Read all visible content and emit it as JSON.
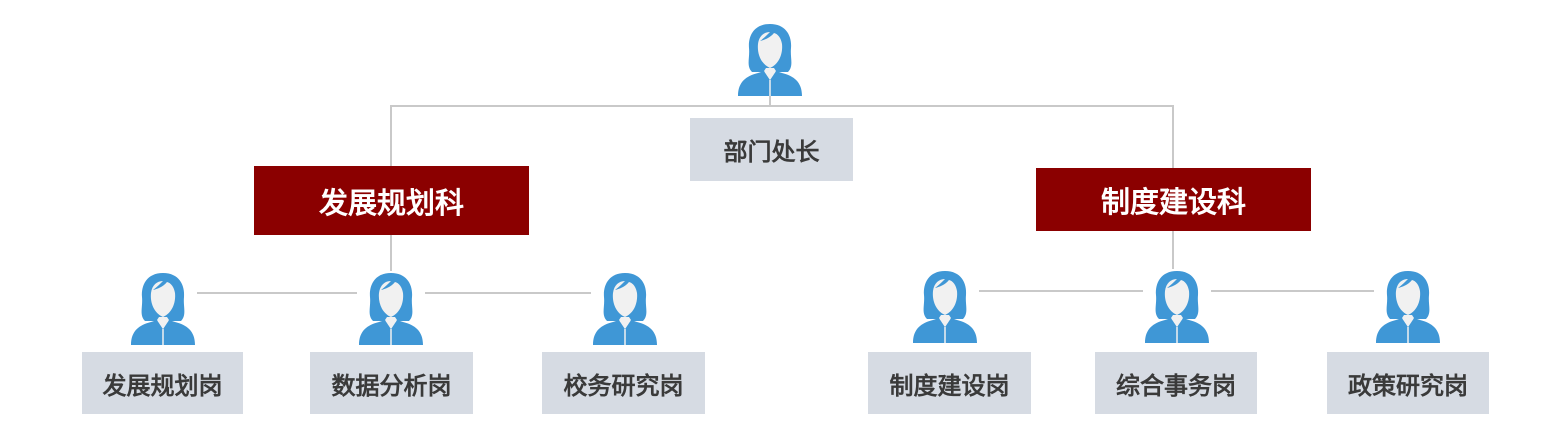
{
  "head": {
    "label": "部门处长"
  },
  "departments": [
    {
      "label": "发展规划科",
      "positions": [
        "发展规划岗",
        "数据分析岗",
        "校务研究岗"
      ]
    },
    {
      "label": "制度建设科",
      "positions": [
        "制度建设岗",
        "综合事务岗",
        "政策研究岗"
      ]
    }
  ],
  "colors": {
    "dept": "#8b0000",
    "label_bg": "#d6dbe3",
    "avatar": "#3f97d6",
    "line": "#c9c9c9"
  }
}
